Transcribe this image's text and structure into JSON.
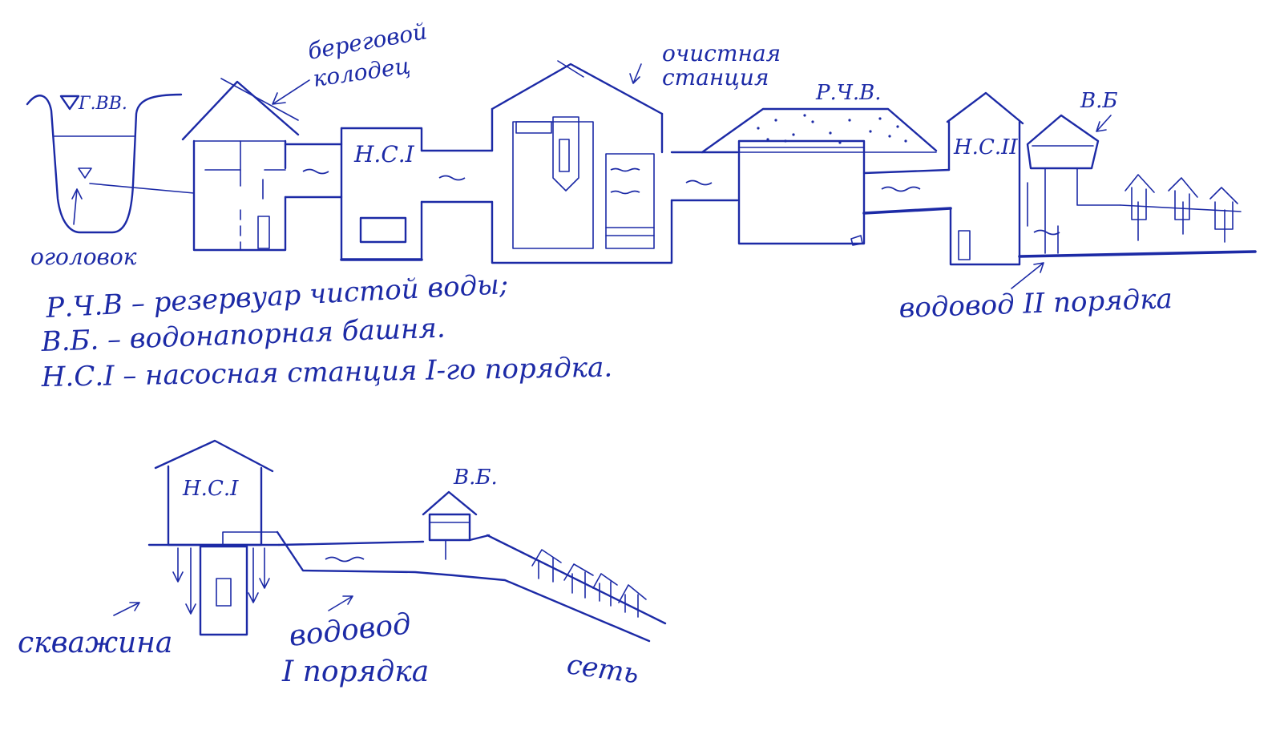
{
  "top_scheme": {
    "labels": {
      "gvv": "Г.ВВ.",
      "ogolovok": "оголовок",
      "beregovoy_1": "береговой",
      "beregovoy_2": "колодец",
      "ns1": "Н.С.I",
      "ochistnaya_1": "очистная",
      "ochistnaya_2": "станция",
      "rchv": "Р.Ч.В.",
      "ns2": "Н.С.II",
      "vb": "В.Б",
      "vodovod2": "водовод II порядка"
    }
  },
  "legend": {
    "line1": "Р.Ч.В – резервуар чистой воды;",
    "line2": "В.Б. – водонапорная башня.",
    "line3": "Н.С.I – насосная станция I-го порядка."
  },
  "bottom_scheme": {
    "labels": {
      "ns1": "Н.С.I",
      "vb": "В.Б.",
      "skvazhina": "скважина",
      "vodovod1_1": "водовод",
      "vodovod1_2": "I порядка",
      "set": "сеть"
    }
  }
}
